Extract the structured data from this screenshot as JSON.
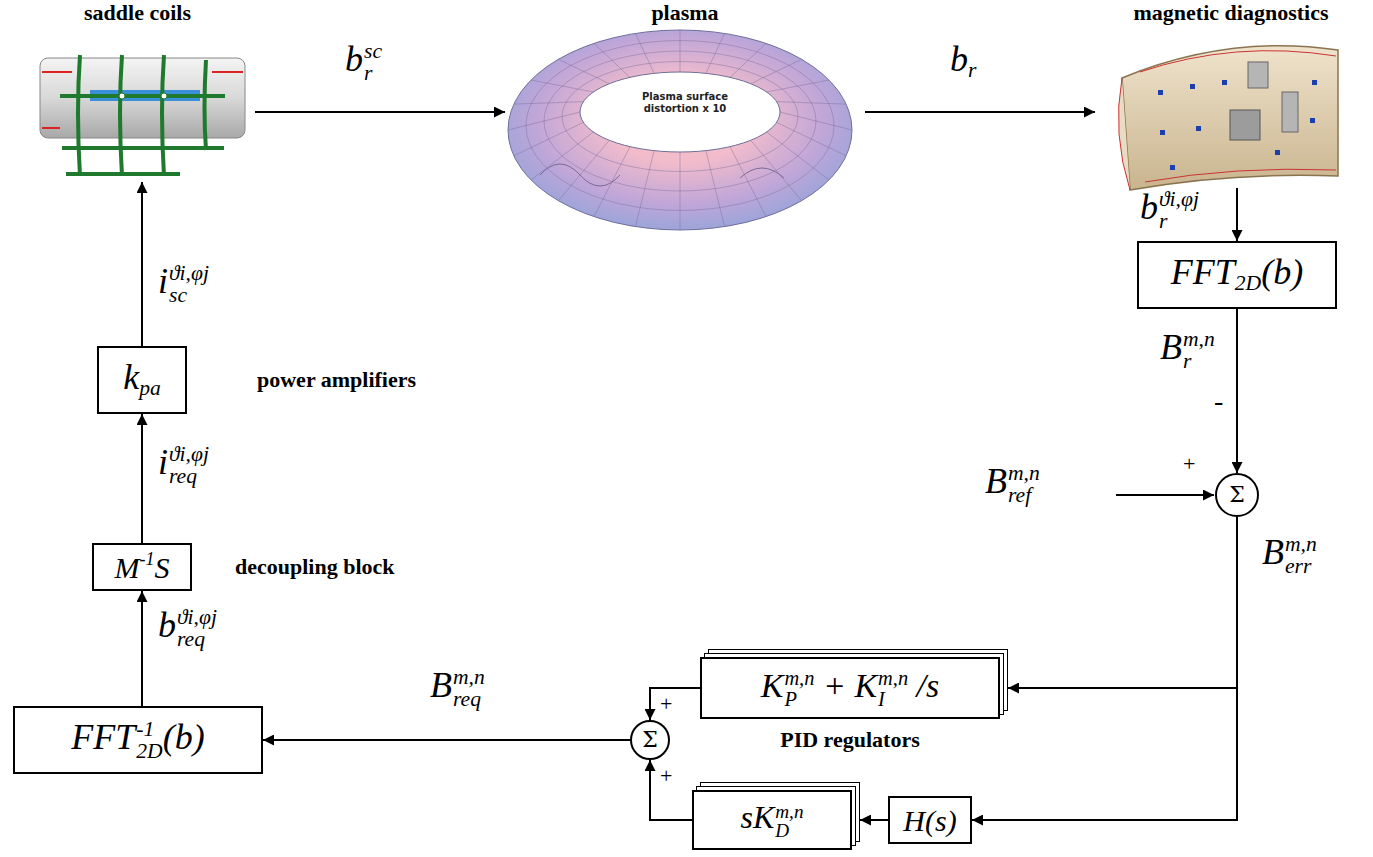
{
  "diagram": {
    "nodes": [
      {
        "text": [
          "saddle coils"
        ]
      },
      {
        "text": [
          "plasma",
          "Plasma surface distortion x 10"
        ]
      },
      {
        "text": [
          "magnetic diagnostics"
        ]
      },
      {
        "text": [
          "FFT2D(b)"
        ]
      },
      {
        "text": [
          "Σ"
        ]
      },
      {
        "text": [
          "KPm,n + KIm,n /s",
          "PID regulators"
        ]
      },
      {
        "text": [
          "H(s)"
        ]
      },
      {
        "text": [
          "sKDm,n"
        ]
      },
      {
        "text": [
          "Σ"
        ]
      },
      {
        "text": [
          "FFT-12D(b)"
        ]
      },
      {
        "text": [
          "M-1S",
          "decoupling block"
        ]
      },
      {
        "text": [
          "kpa",
          "power amplifiers"
        ]
      }
    ],
    "edges": [
      {
        "from": 0,
        "to": 1,
        "arrow": "to",
        "label": "brsc"
      },
      {
        "from": 1,
        "to": 2,
        "arrow": "to",
        "label": "br"
      },
      {
        "from": 2,
        "to": 3,
        "arrow": "to",
        "label": "brϑi,φj"
      },
      {
        "from": 3,
        "to": 4,
        "arrow": "to",
        "label": "Brm,n"
      },
      {
        "from": 4,
        "to": 5,
        "arrow": "to",
        "label": "Berrm,n"
      },
      {
        "from": 4,
        "to": 6,
        "arrow": "to"
      },
      {
        "from": 6,
        "to": 7,
        "arrow": "to"
      },
      {
        "from": 5,
        "to": 8,
        "arrow": "to"
      },
      {
        "from": 7,
        "to": 8,
        "arrow": "to"
      },
      {
        "from": 8,
        "to": 9,
        "arrow": "to",
        "label": "Breqm,n"
      },
      {
        "from": 9,
        "to": 10,
        "arrow": "to",
        "label": "breqϑi,φj"
      },
      {
        "from": 10,
        "to": 11,
        "arrow": "to",
        "label": "ireqϑi,φj"
      },
      {
        "from": 11,
        "to": 0,
        "arrow": "to",
        "label": "iscϑi,φj"
      }
    ],
    "labels": [
      "-",
      "Brefm,n",
      "+",
      "+",
      "+"
    ]
  }
}
